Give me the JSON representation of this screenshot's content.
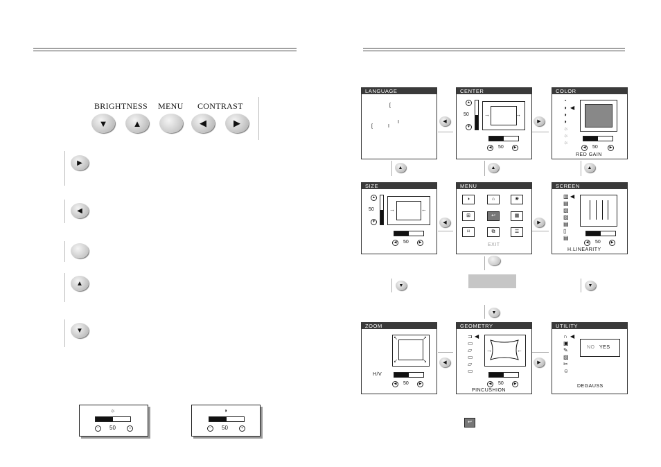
{
  "controls": {
    "brightness_label": "BRIGHTNESS",
    "menu_label": "MENU",
    "contrast_label": "CONTRAST",
    "down_glyph": "▼",
    "up_glyph": "▲",
    "left_glyph": "◀",
    "right_glyph": "▶"
  },
  "button_legend": {
    "right": "▶",
    "left": "◀",
    "up": "▲",
    "down": "▼"
  },
  "osd": {
    "language": {
      "title": "LANGUAGE"
    },
    "center": {
      "title": "CENTER",
      "value": "50",
      "bar_value": "50"
    },
    "color": {
      "title": "COLOR",
      "value": "50",
      "caption": "RED GAIN"
    },
    "size": {
      "title": "SIZE",
      "value": "50",
      "bar_value": "50"
    },
    "menu": {
      "title": "MENU",
      "exit": "EXIT"
    },
    "screen": {
      "title": "SCREEN",
      "value": "50",
      "caption": "H.LINEARITY"
    },
    "zoom": {
      "title": "ZOOM",
      "value": "50",
      "caption": "H/V"
    },
    "geometry": {
      "title": "GEOMETRY",
      "value": "50",
      "caption": "PINCUSHION"
    },
    "utility": {
      "title": "UTILITY",
      "no": "NO",
      "yes": "YES",
      "caption": "DEGAUSS"
    }
  },
  "brightness_box": {
    "value": "50",
    "icon": "sun-icon",
    "level": 0.5
  },
  "contrast_box": {
    "value": "50",
    "icon": "contrast-icon",
    "level": 0.5
  },
  "level_fraction": 0.5
}
